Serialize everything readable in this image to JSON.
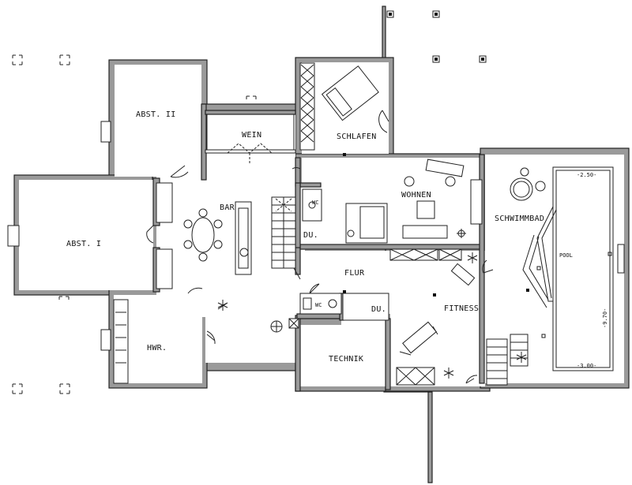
{
  "rooms": {
    "abst2": "ABST. II",
    "abst1": "ABST. I",
    "wein": "WEIN",
    "bar": "BAR",
    "schlafen": "SCHLAFEN",
    "wohnen": "WOHNEN",
    "schwimmbad": "SCHWIMMBAD",
    "wc_upper": "WC",
    "du_upper": "DU.",
    "flur": "FLUR",
    "wc_lower": "WC",
    "du_lower": "DU.",
    "fitness": "FITNESS",
    "hwr": "HWR.",
    "technik": "TECHNIK"
  },
  "pool": {
    "label": "POOL",
    "width_top": "-2.50-",
    "width_bottom": "-3.00-",
    "length": "-9.70-"
  }
}
